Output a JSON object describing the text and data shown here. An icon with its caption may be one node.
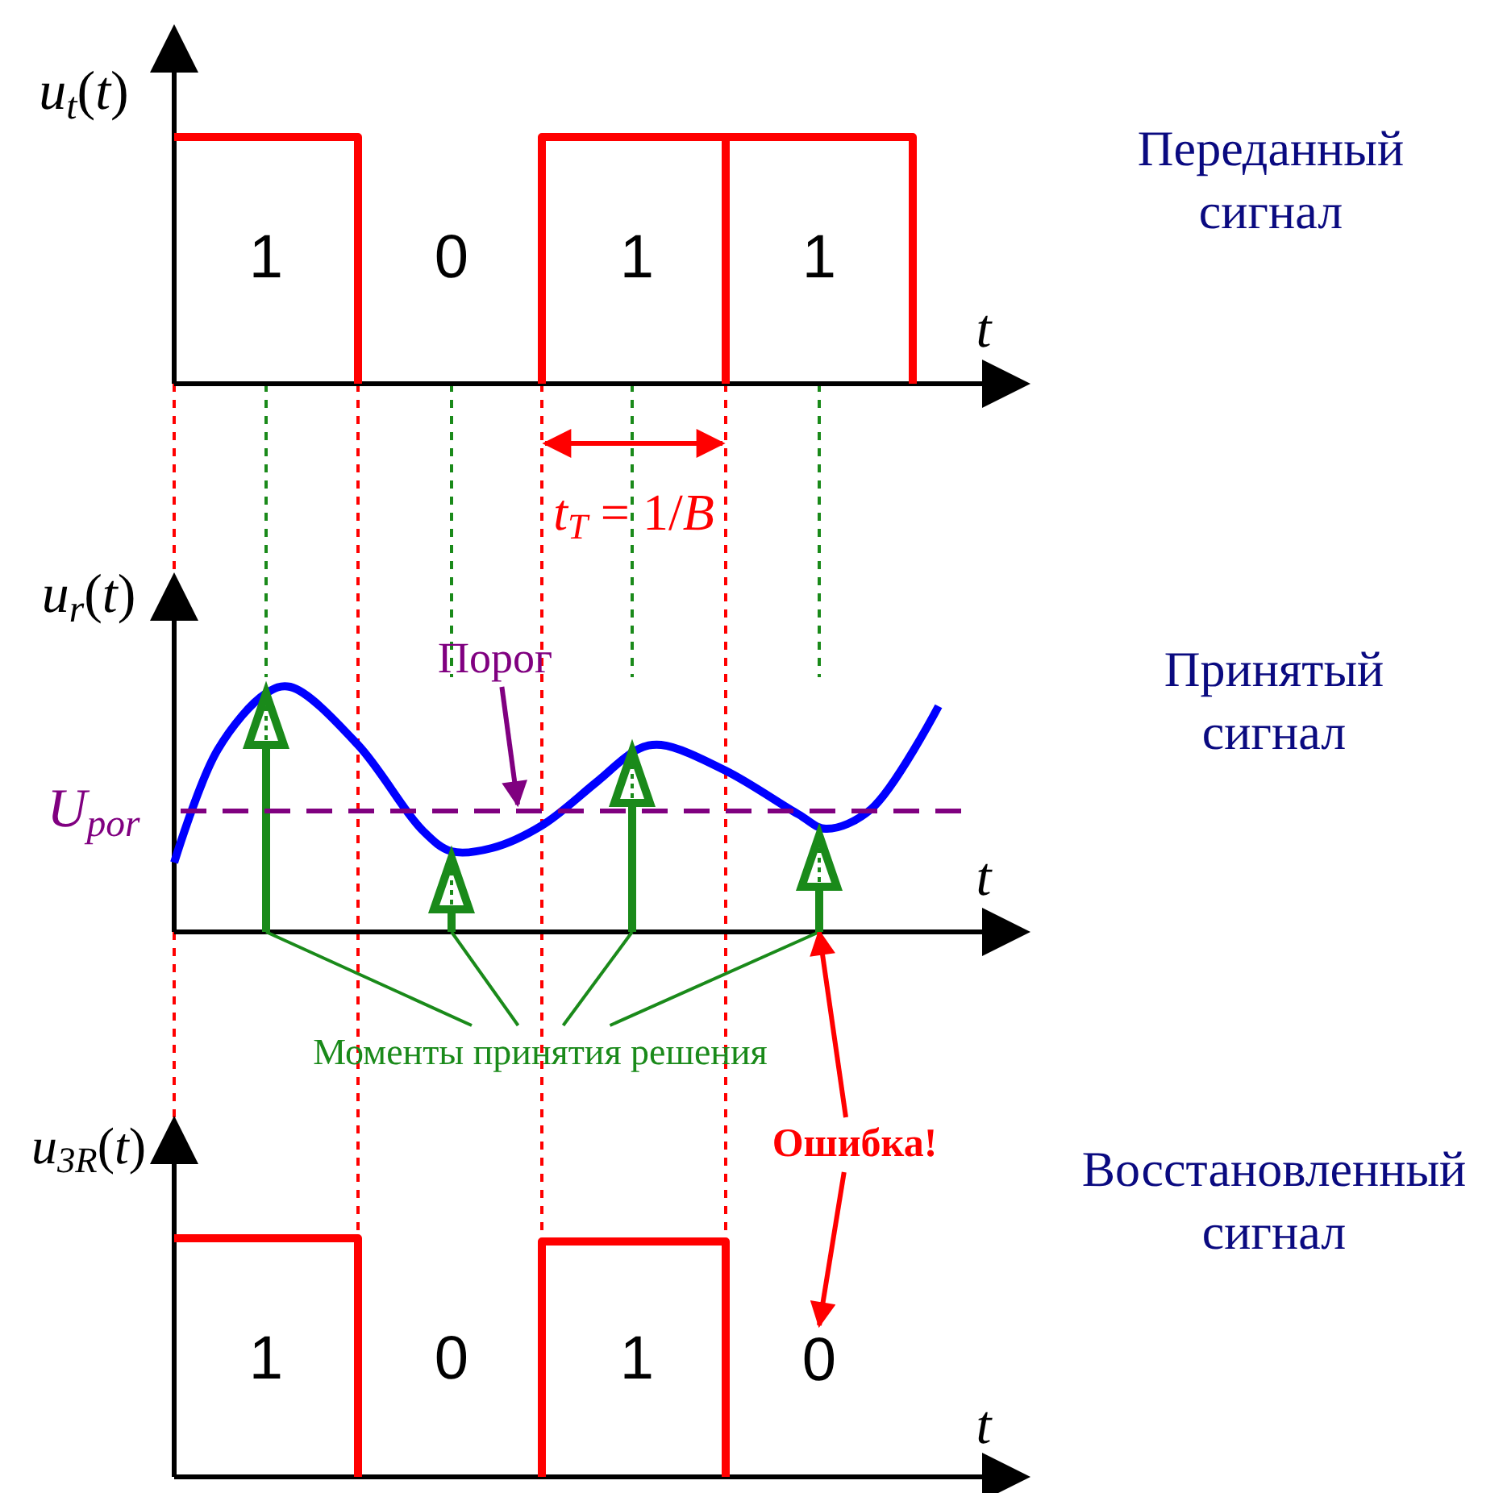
{
  "diagram": {
    "nodes": [
      {
        "text": [
          "Моменты принятия решения"
        ]
      },
      {
        "text": [],
        "shape": "arrow"
      },
      {
        "text": [],
        "shape": "arrow"
      },
      {
        "text": [],
        "shape": "arrow"
      },
      {
        "text": [],
        "shape": "arrow"
      },
      {
        "text": [
          "Порог"
        ]
      },
      {
        "text": [],
        "shape": "line"
      },
      {
        "text": [
          "Ошибка!"
        ]
      },
      {
        "text": [
          "0"
        ]
      }
    ],
    "edges": [
      {
        "from": 0,
        "to": 1,
        "arrow": "none"
      },
      {
        "from": 0,
        "to": 2,
        "arrow": "none"
      },
      {
        "from": 0,
        "to": 3,
        "arrow": "none"
      },
      {
        "from": 0,
        "to": 4,
        "arrow": "none"
      },
      {
        "from": 5,
        "to": 6,
        "arrow": "to",
        "color": "#800080"
      },
      {
        "from": 7,
        "to": 4,
        "arrow": "to",
        "color": "#ff0000"
      },
      {
        "from": 7,
        "to": 8,
        "arrow": "to",
        "color": "#ff0000"
      }
    ],
    "labels": [
      "*u*$_{t}$(*t*)",
      "1",
      "0",
      "1",
      "1",
      "*t*",
      "Переданный сигнал",
      "*t*$_{T}$ = 1/*B*",
      "*u*$_{r}$(*t*)",
      "Принятый сигнал",
      "*U*$_{por}$",
      "*t*",
      "*u*$_{3R}$(*t*)",
      "Восстановленный сигнал",
      "1",
      "0",
      "1",
      "*t*"
    ]
  }
}
